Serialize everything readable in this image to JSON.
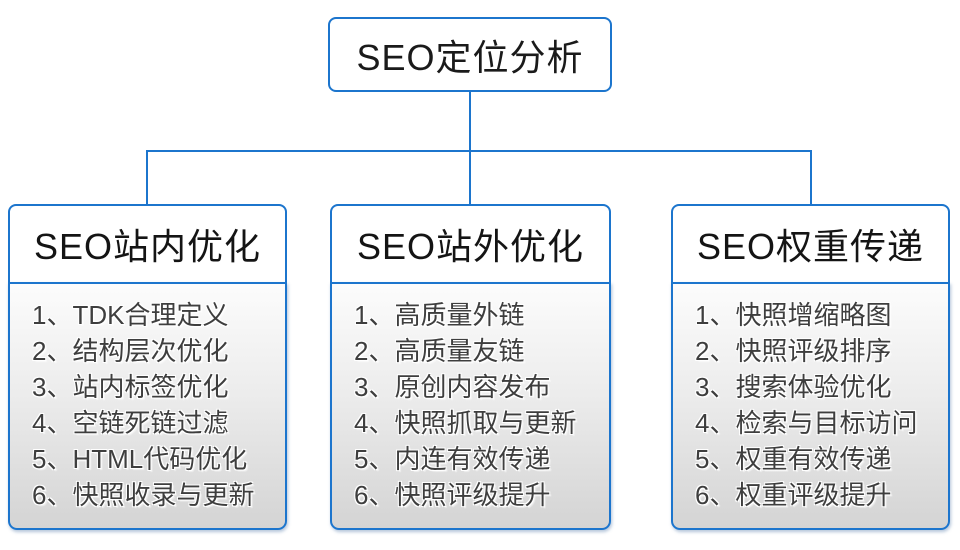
{
  "diagram": {
    "root": {
      "label": "SEO定位分析"
    },
    "columns": [
      {
        "header": "SEO站内优化",
        "items": [
          "1、TDK合理定义",
          "2、结构层次优化",
          "3、站内标签优化",
          "4、空链死链过滤",
          "5、HTML代码优化",
          "6、快照收录与更新"
        ]
      },
      {
        "header": "SEO站外优化",
        "items": [
          "1、高质量外链",
          "2、高质量友链",
          "3、原创内容发布",
          "4、快照抓取与更新",
          "5、内连有效传递",
          "6、快照评级提升"
        ]
      },
      {
        "header": "SEO权重传递",
        "items": [
          "1、快照增缩略图",
          "2、快照评级排序",
          "3、搜索体验优化",
          "4、检索与目标访问",
          "5、权重有效传递",
          "6、权重评级提升"
        ]
      }
    ],
    "colors": {
      "accent_blue": "#1c75cd",
      "panel_gradient_top": "#fcfcfc",
      "panel_gradient_bottom": "#d4d4d4",
      "heading_text": "#1a1a1a",
      "list_text": "#3e3e3e"
    }
  }
}
